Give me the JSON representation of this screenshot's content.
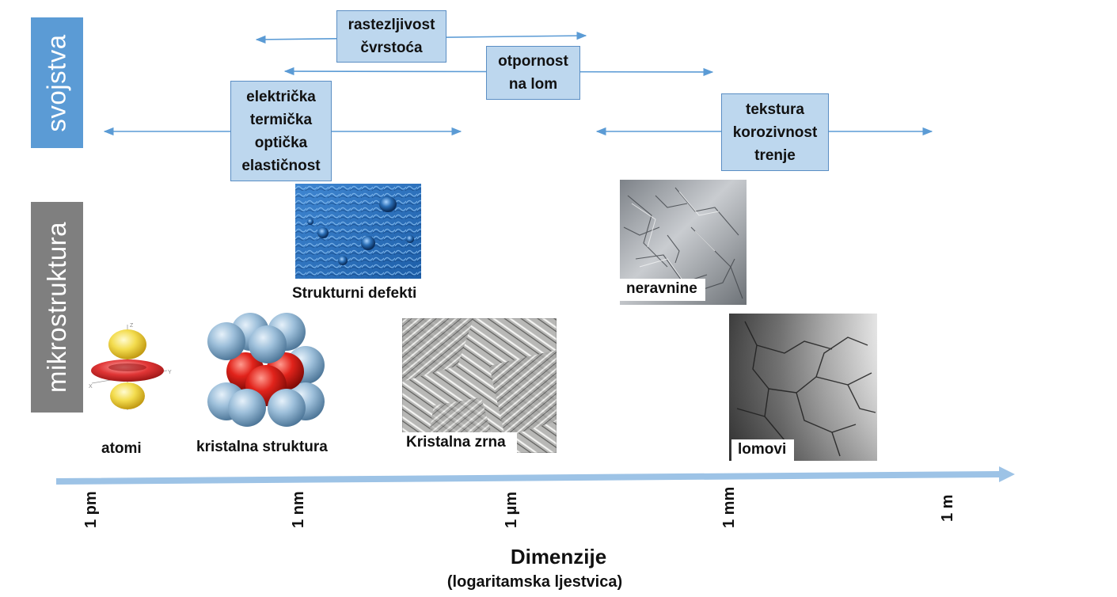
{
  "side_labels": {
    "properties": "svojstva",
    "microstructure": "mikrostruktura"
  },
  "property_groups": [
    {
      "lines": [
        "rastezljivost",
        "čvrstoća"
      ]
    },
    {
      "lines": [
        "otpornost",
        "na lom"
      ]
    },
    {
      "lines": [
        "električka",
        "termička",
        "optička",
        "elastičnost"
      ]
    },
    {
      "lines": [
        "tekstura",
        "korozivnost",
        "trenje"
      ]
    }
  ],
  "microstructure_items": {
    "defects": "Strukturni defekti",
    "roughness": "neravnine",
    "atoms": "atomi",
    "crystal_structure": "kristalna struktura",
    "grains": "Kristalna zrna",
    "fractures": "lomovi"
  },
  "scale_ticks": [
    "1 pm",
    "1 nm",
    "1 µm",
    "1 mm",
    "1 m"
  ],
  "axis_title": "Dimenzije",
  "axis_subtitle": "(logaritamska ljestvica)",
  "colors": {
    "side_label_properties": "#5b9bd5",
    "side_label_microstructure": "#7f7f7f",
    "box_fill": "#bdd7ee",
    "box_border": "#5b8ec4",
    "arrow": "#5b9bd5",
    "axis_arrow": "#9dc3e6"
  }
}
